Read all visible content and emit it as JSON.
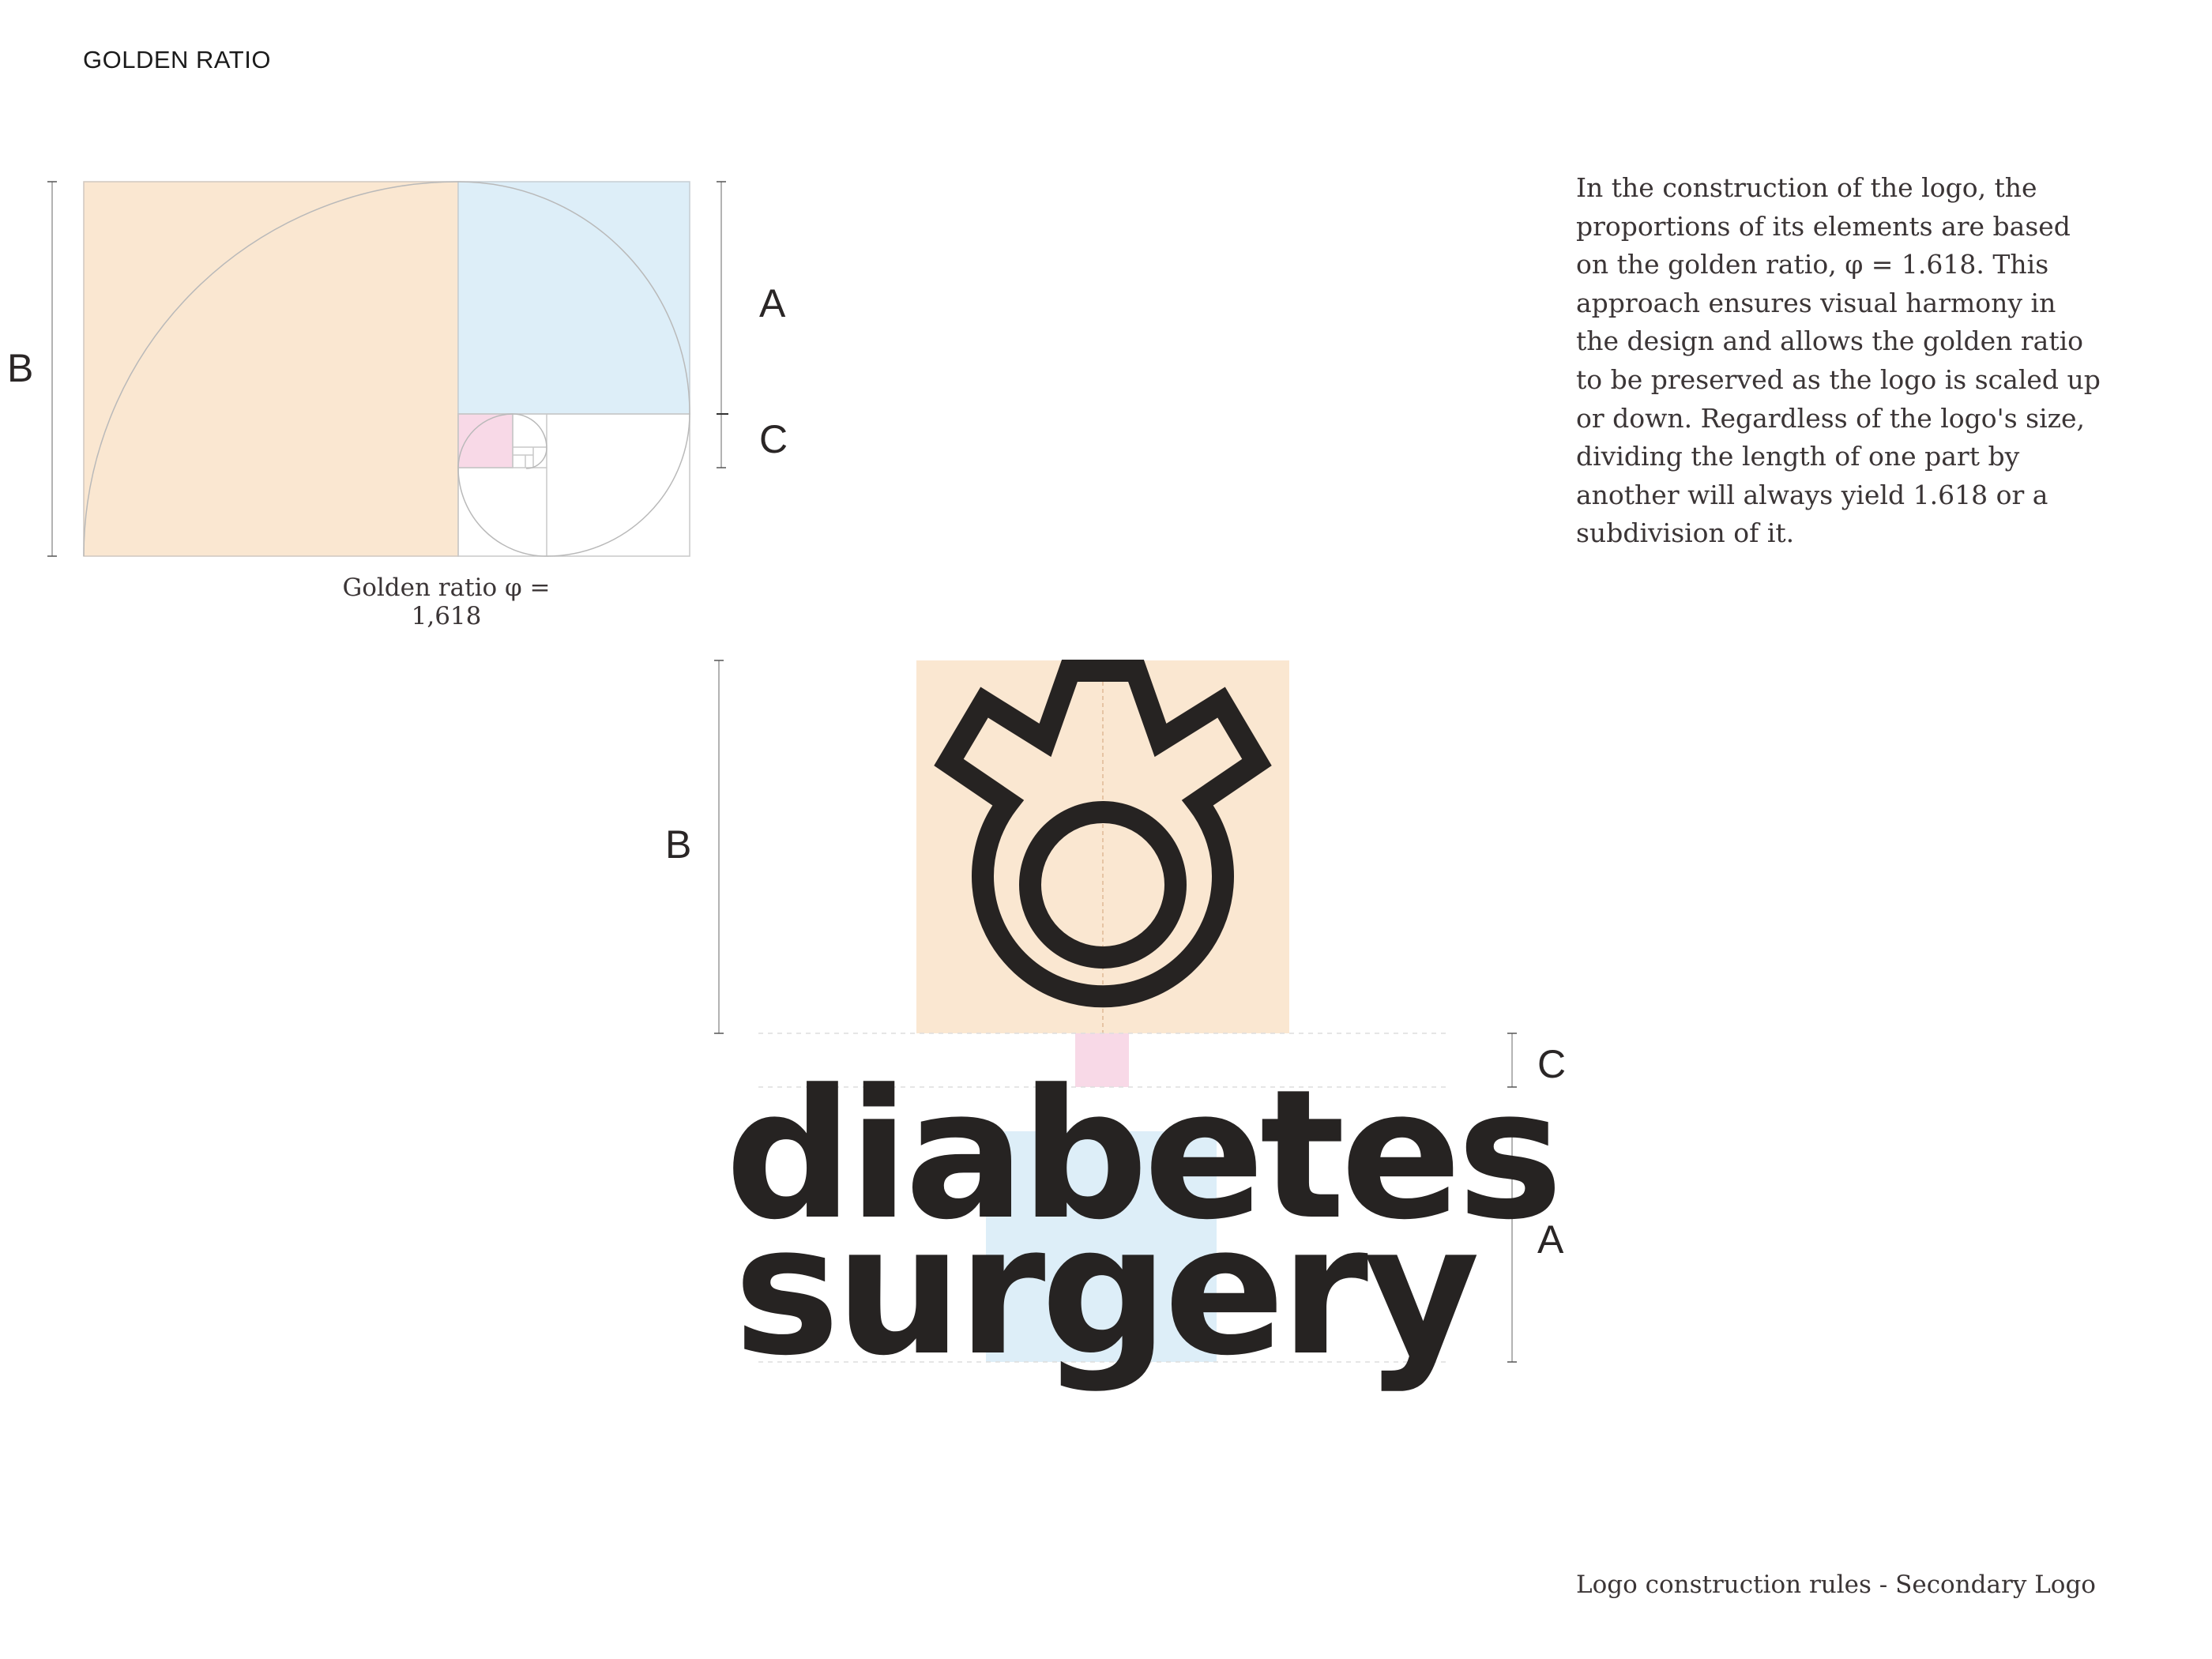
{
  "header": {
    "title": "GOLDEN RATIO"
  },
  "description": "In the construction of the logo, the proportions of its elements are based on the golden ratio, φ = 1.618. This approach ensures visual harmony in the design and allows the golden ratio to be preserved as the logo is scaled up or down. Regardless of the logo's size, dividing the length of one part by another will always yield 1.618 or a subdivision of it.",
  "diagram": {
    "caption": "Golden ratio φ = 1,618",
    "labels": {
      "a": "A",
      "b": "B",
      "c": "C"
    }
  },
  "logo": {
    "line1": "diabetes",
    "line2": "surgery",
    "labels": {
      "a": "A",
      "b": "B",
      "c": "C"
    }
  },
  "footer": {
    "text": "Logo construction rules - Secondary Logo"
  },
  "colors": {
    "peach": "#FAE7D1",
    "light_blue": "#DDEEF8",
    "pink": "#F8D9E7",
    "ink": "#262322"
  }
}
